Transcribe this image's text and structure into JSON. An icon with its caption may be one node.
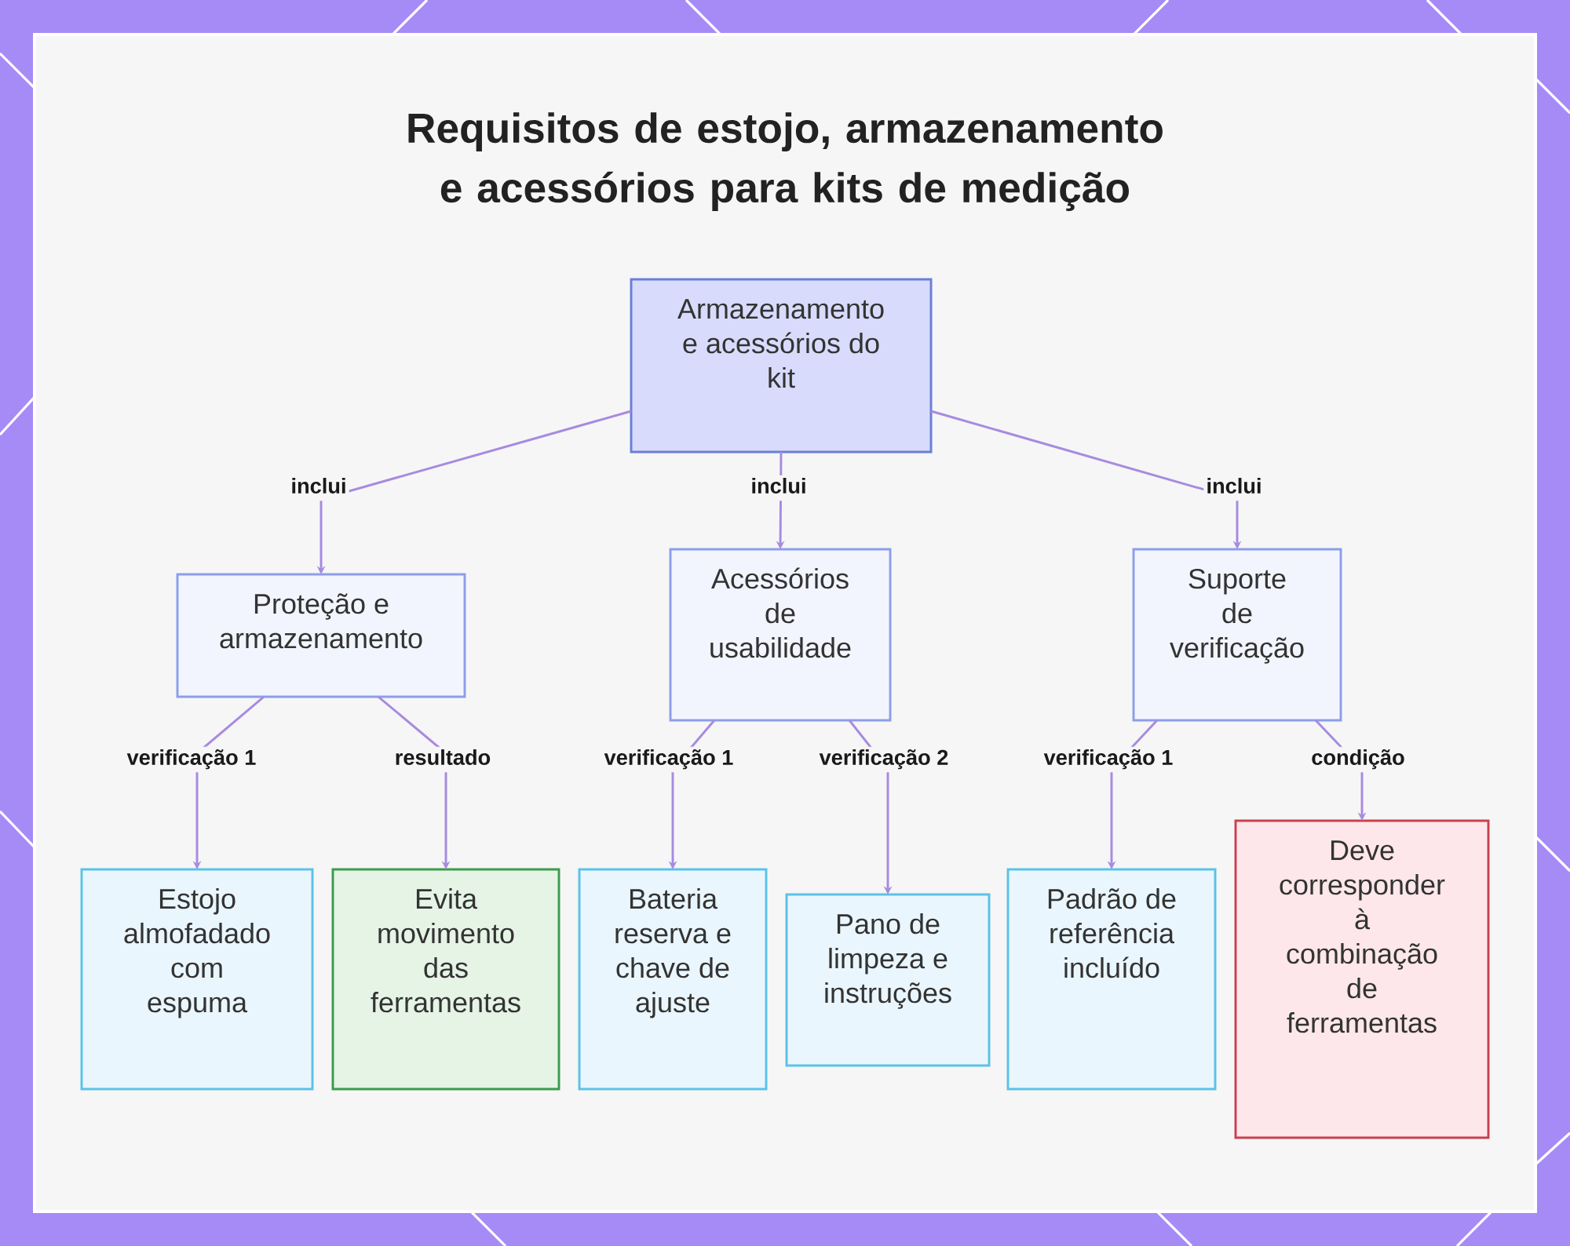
{
  "diagram": {
    "title": "Requisitos de estojo, armazenamento e acessórios para kits de medição",
    "nodes": [
      {
        "text": [
          "Armazenamento e acessórios do kit"
        ]
      },
      {
        "text": [
          "Proteção e armazenamento"
        ]
      },
      {
        "text": [
          "Acessórios de usabilidade"
        ]
      },
      {
        "text": [
          "Suporte de verificação"
        ]
      },
      {
        "text": [
          "Estojo almofadado com espuma"
        ]
      },
      {
        "text": [
          "Evita movimento das ferramentas"
        ]
      },
      {
        "text": [
          "Bateria reserva e chave de ajuste"
        ]
      },
      {
        "text": [
          "Pano de limpeza e instruções"
        ]
      },
      {
        "text": [
          "Padrão de referência incluído"
        ]
      },
      {
        "text": [
          "Deve corresponder à combinação de ferramentas"
        ]
      }
    ],
    "edges": [
      {
        "from": 0,
        "to": 1,
        "arrow": "to",
        "label": "inclui"
      },
      {
        "from": 0,
        "to": 2,
        "arrow": "to",
        "label": "inclui"
      },
      {
        "from": 0,
        "to": 3,
        "arrow": "to",
        "label": "inclui"
      },
      {
        "from": 1,
        "to": 4,
        "arrow": "to",
        "label": "verificação 1"
      },
      {
        "from": 1,
        "to": 5,
        "arrow": "to",
        "label": "resultado"
      },
      {
        "from": 2,
        "to": 6,
        "arrow": "to",
        "label": "verificação 1"
      },
      {
        "from": 2,
        "to": 7,
        "arrow": "to",
        "label": "verificação 2"
      },
      {
        "from": 3,
        "to": 8,
        "arrow": "to",
        "label": "verificação 1"
      },
      {
        "from": 3,
        "to": 9,
        "arrow": "to",
        "label": "condição"
      }
    ]
  }
}
